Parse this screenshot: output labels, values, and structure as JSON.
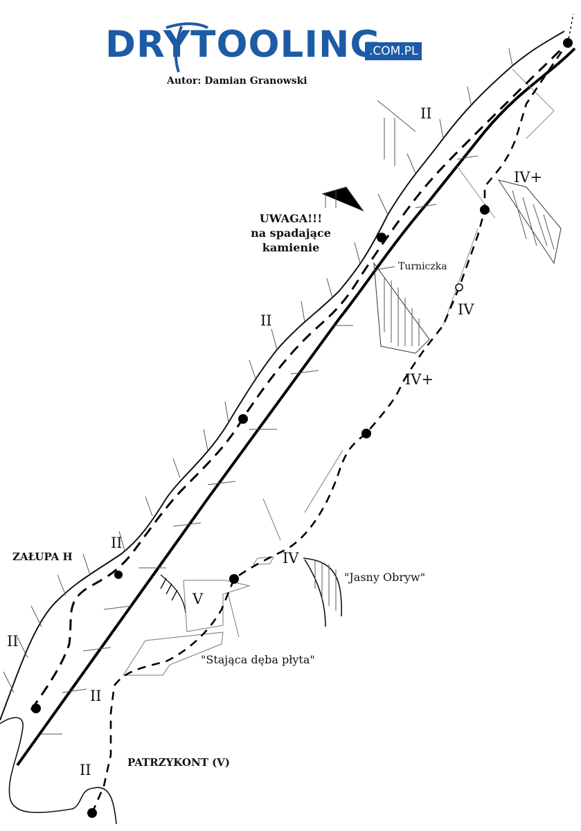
{
  "logo": {
    "word": "DRYTOOLING",
    "domain": ".COM.PL",
    "color": "#1d5ba6"
  },
  "author": "Autor: Damian Granowski",
  "warning": {
    "line1": "UWAGA!!!",
    "line2": "na spadające",
    "line3": "kamienie"
  },
  "labels": {
    "grade_top_ii": "II",
    "grade_iv_plus_upper": "IV+",
    "turniczka": "Turniczka",
    "grade_iv_upper": "IV",
    "grade_iv_plus_lower": "IV+",
    "grade_mid_ii": "II",
    "grade_low_ii": "II",
    "zalupa": "ZAŁUPA H",
    "grade_left_ii": "II",
    "grade_iv_lower": "IV",
    "jasny_obryw": "\"Jasny Obryw\"",
    "grade_v": "V",
    "stajaca": "\"Stająca dęba płyta\"",
    "grade_ii_patrz1": "II",
    "patrzykont": "PATRZYKONT (V)",
    "grade_ii_patrz2": "II"
  }
}
